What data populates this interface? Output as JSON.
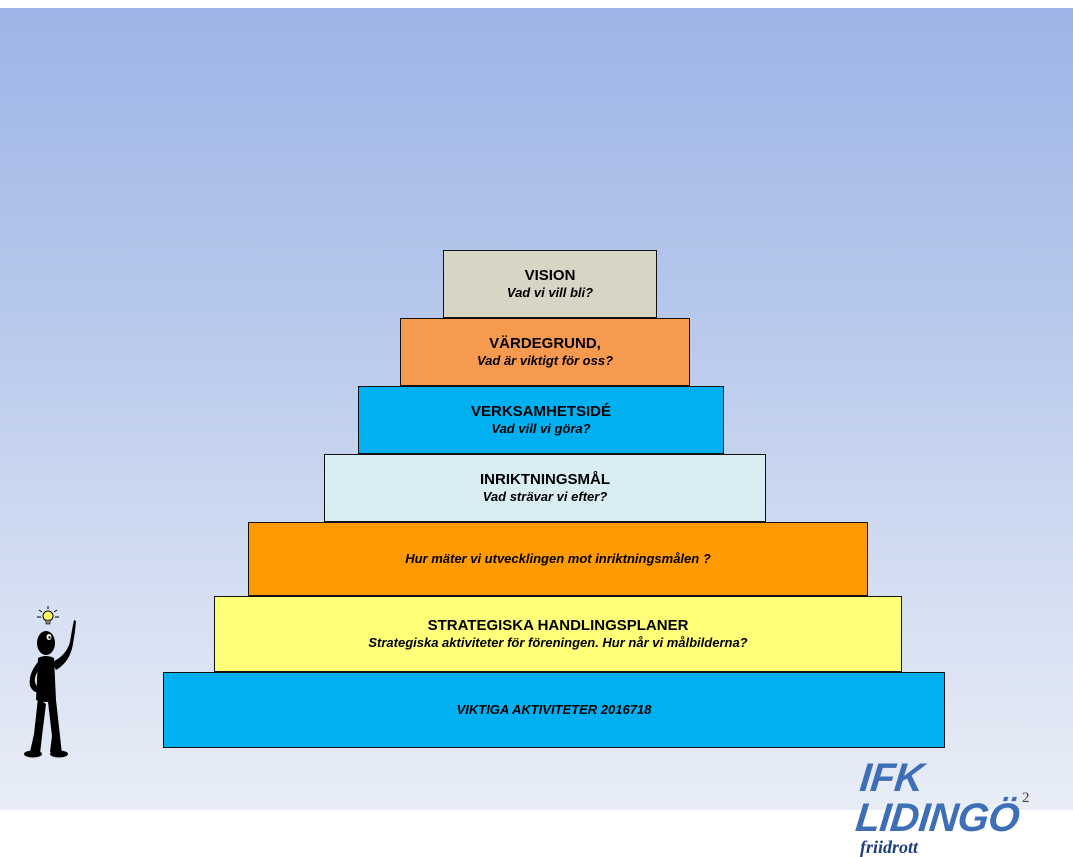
{
  "colors": {
    "vision": "#d7d5c4",
    "vardegrund": "#f59a4e",
    "verksamhetside": "#00b0f0",
    "inriktningsmal": "#d9edf3",
    "matning": "#ff9a00",
    "strategiska": "#ffff7a",
    "aktiviteter": "#00b0f0"
  },
  "pyramid": {
    "levels": [
      {
        "title": "VISION",
        "subtitle": "Vad vi vill bli?"
      },
      {
        "title": "VÄRDEGRUND,",
        "subtitle": "Vad är viktigt för oss?"
      },
      {
        "title": "VERKSAMHETSIDÉ",
        "subtitle": "Vad vill vi göra?"
      },
      {
        "title": "INRIKTNINGSMÅL",
        "subtitle": "Vad strävar vi efter?"
      },
      {
        "title": "",
        "subtitle": "Hur mäter vi utvecklingen mot inriktningsmålen ?"
      },
      {
        "title": "STRATEGISKA HANDLINGSPLANER",
        "subtitle": "Strategiska aktiviteter för föreningen.  Hur når vi målbilderna?"
      },
      {
        "title": "",
        "subtitle": "VIKTIGA  AKTIVITETER 2016718"
      }
    ]
  },
  "icons": {
    "figure": "thinking-person-lightbulb-icon"
  },
  "logo": {
    "main": "IFK LIDINGÖ",
    "sub": "friidrott"
  },
  "page_number": "2"
}
